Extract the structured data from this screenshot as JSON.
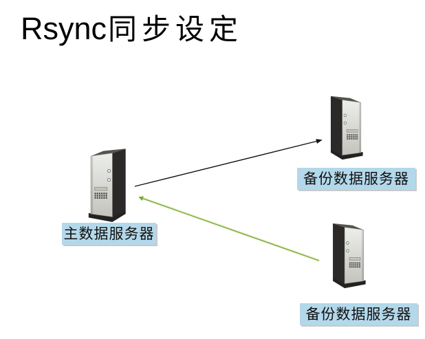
{
  "slide": {
    "title": {
      "latin": "Rsync",
      "cjk": "同步设定"
    }
  },
  "diagram": {
    "main_server": {
      "label": "主数据服务器"
    },
    "backup_server_top": {
      "label": "备份数据服务器"
    },
    "backup_server_bottom": {
      "label": "备份数据服务器"
    },
    "arrows": [
      {
        "id": "main-to-backup-top",
        "color": "#141414"
      },
      {
        "id": "backup-bottom-to-main",
        "color": "#6faa3c"
      }
    ]
  },
  "colors": {
    "label_bg": "#b3d8ea",
    "label_text": "#111111",
    "title_text": "#000000",
    "arrow_black": "#141414",
    "arrow_green": "#6faa3c",
    "arrow_green_halo": "#eef0cd",
    "server_dark": "#2b2a28",
    "server_panel": "#d9d9d4",
    "label_shadow": "#c9c9c9"
  }
}
